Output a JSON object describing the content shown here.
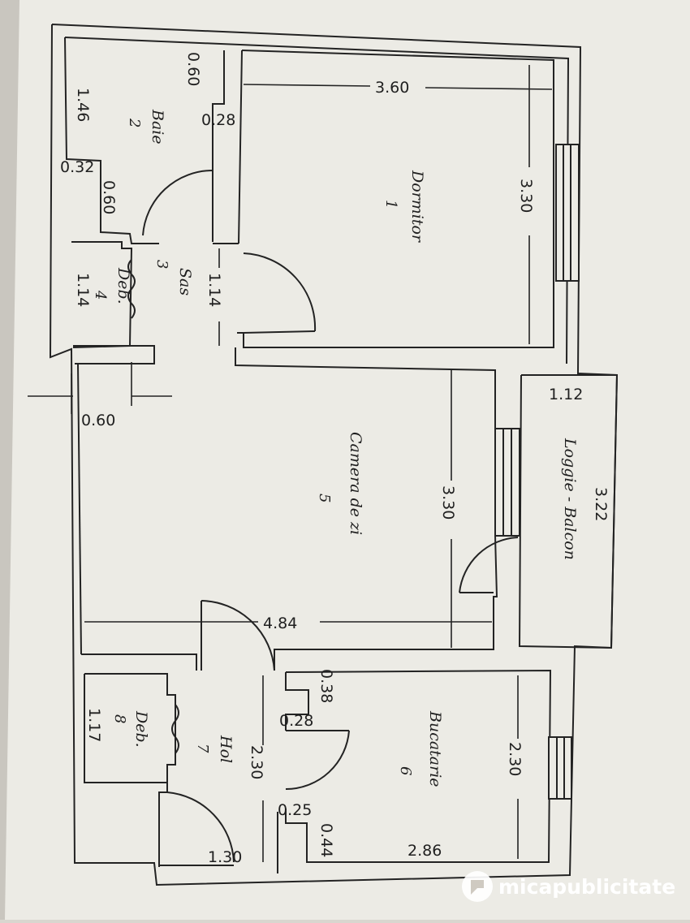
{
  "rooms": {
    "dormitor": {
      "name": "Dormitor",
      "number": "1"
    },
    "baie": {
      "name": "Baie",
      "number": "2"
    },
    "sas": {
      "name": "Sas",
      "number": "3"
    },
    "deb4": {
      "name": "Deb.",
      "number": "4",
      "area": "1.14"
    },
    "camera": {
      "name": "Camera de zi",
      "number": "5"
    },
    "bucatarie": {
      "name": "Bucatarie",
      "number": "6"
    },
    "hol": {
      "name": "Hol",
      "number": "7"
    },
    "deb8": {
      "name": "Deb.",
      "number": "8",
      "area": "1.17"
    },
    "loggie": {
      "name": "Loggie - Balcon",
      "area": "3.22",
      "depth": "1.12"
    }
  },
  "dimensions": {
    "dormitor_width": "3.60",
    "dormitor_length": "3.30",
    "baie_top": "0.60",
    "baie_notch": "0.28",
    "baie_length": "1.46",
    "baie_step": "0.32",
    "baie_bottom": "0.60",
    "sas_width": "1.14",
    "wall": "0.60",
    "camera_length": "3.30",
    "camera_width": "4.84",
    "hol_notch_a": "0.38",
    "hol_notch_b": "0.28",
    "hol_length": "2.30",
    "hol_notch_c": "0.25",
    "hol_notch_d": "0.44",
    "hol_entry": "1.30",
    "bucatarie_length": "2.30",
    "bucatarie_width": "2.86"
  },
  "watermark": {
    "brand": "micapublicitate"
  },
  "colors": {
    "paper": "#f2f0ea",
    "ink": "#232323",
    "watermark": "#ffffff"
  }
}
